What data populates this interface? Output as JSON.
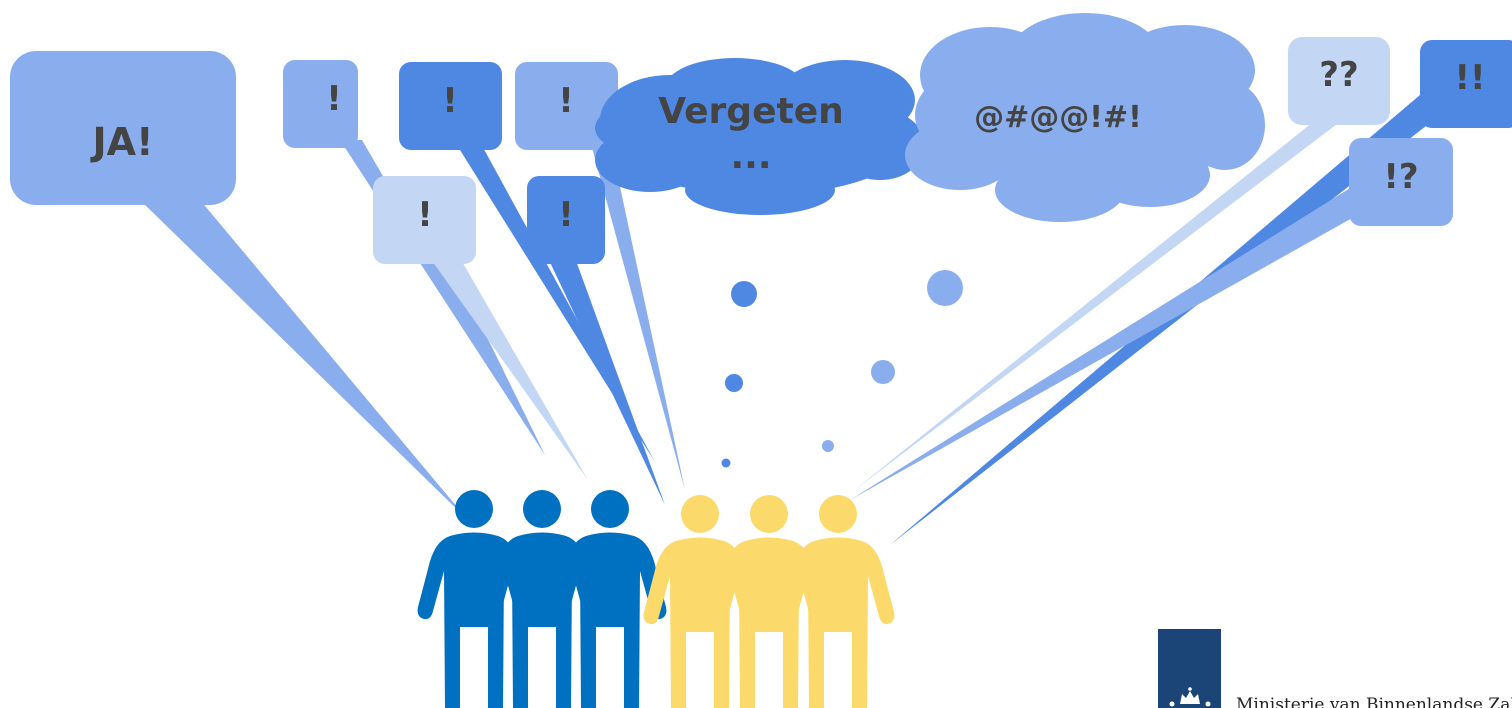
{
  "colors": {
    "light": "#8aaeed",
    "medium": "#4f88e3",
    "pale": "#c3d7f5",
    "person_blue": "#0070c0",
    "person_yellow": "#fcd96b",
    "logo_navy": "#1a4576",
    "text": "#444444"
  },
  "bubbles": {
    "ja": "JA!",
    "excl_1": "!",
    "excl_2": "!",
    "excl_3": "!",
    "excl_4": "!",
    "excl_5": "!",
    "qq": "??",
    "bangs": "!!",
    "interrobang": "!?"
  },
  "clouds": {
    "vergeten_line1": "Vergeten",
    "vergeten_line2": "...",
    "curse": "@#@@!#!"
  },
  "people": {
    "blue_count": 3,
    "yellow_count": 3
  },
  "logo": {
    "name": "Ministerie van Binnenlandse Zaken",
    "icon": "crown-icon"
  }
}
